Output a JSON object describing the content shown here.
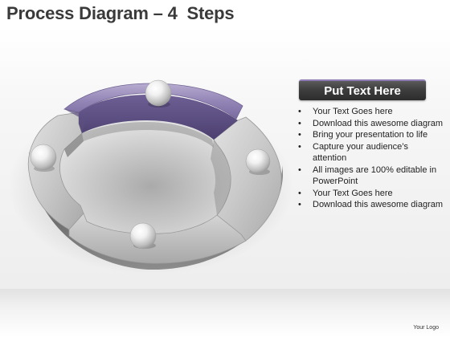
{
  "title": "Process Diagram – 4  Steps",
  "text_panel": {
    "header": "Put Text Here",
    "bullets": [
      "Your Text Goes here",
      "Download this awesome diagram",
      "Bring your presentation to life",
      "Capture your audience’s attention",
      "All images are 100% editable in PowerPoint",
      "Your Text Goes here",
      "Download this awesome diagram"
    ]
  },
  "diagram": {
    "steps": 4,
    "highlighted_step": "top",
    "segments": [
      "top",
      "right",
      "bottom",
      "left"
    ],
    "colors": {
      "highlight": "#8a7cab",
      "segment": "#b8b8b8",
      "header_bg": "#3a3a3a",
      "header_accent": "#8e7bb5"
    }
  },
  "footer": {
    "logo": "Your Logo"
  }
}
